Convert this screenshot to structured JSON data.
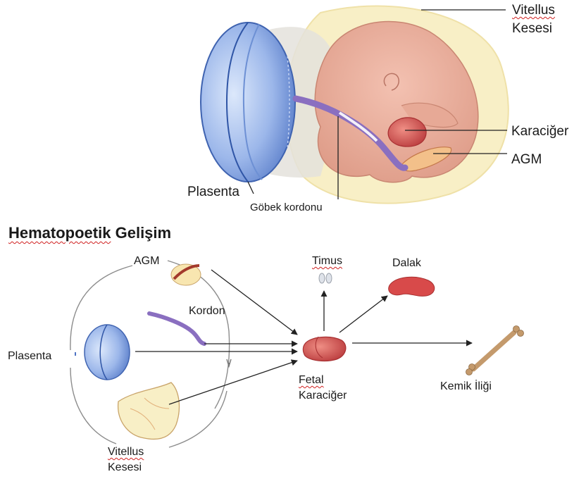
{
  "top_figure": {
    "labels": {
      "vitellus_kesesi": [
        "Vitellus",
        "Kesesi"
      ],
      "karaciger": "Karaciğer",
      "agm": "AGM",
      "plasenta": "Plasenta",
      "gobek_kordonu": "Göbek kordonu"
    }
  },
  "diagram": {
    "title_word1": "Hematopoetik",
    "title_word2": "Gelişim",
    "labels": {
      "agm": "AGM",
      "kordon": "Kordon",
      "plasenta": "Plasenta",
      "vitellus_kesesi": [
        "Vitellus",
        "Kesesi"
      ],
      "timus": "Timus",
      "dalak": "Dalak",
      "fetal_karaciger": [
        "Fetal",
        "Karaciğer"
      ],
      "kemik_iligi": "Kemik İliği"
    }
  },
  "colors": {
    "placenta_blue": "#6f93d6",
    "embryo_pink": "#e8a794",
    "yolk_sac_cream": "#f8efc6",
    "liver_red": "#d2514f",
    "cord_purple": "#8a6fc0",
    "bone_tan": "#c49a6c",
    "spleen_red": "#d84a4a"
  }
}
